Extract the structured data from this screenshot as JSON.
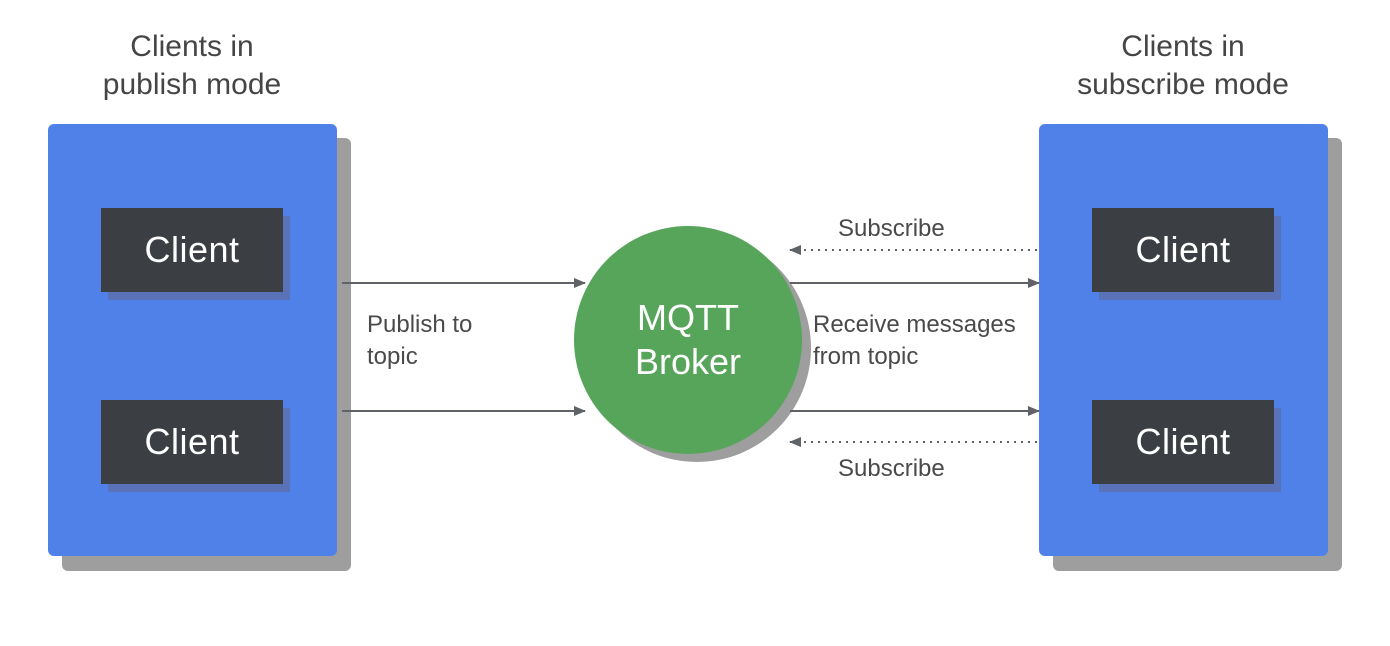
{
  "colors": {
    "panel": "#4f81e8",
    "panel_shadow": "#9e9e9e",
    "client_bg": "#3b3e42",
    "client_text": "#ffffff",
    "broker": "#57a55a",
    "broker_text": "#ffffff",
    "arrow": "#5f6368"
  },
  "publish_group": {
    "title": "Clients in\npublish mode",
    "clients": [
      {
        "label": "Client"
      },
      {
        "label": "Client"
      }
    ]
  },
  "subscribe_group": {
    "title": "Clients in\nsubscribe mode",
    "clients": [
      {
        "label": "Client"
      },
      {
        "label": "Client"
      }
    ]
  },
  "broker": {
    "line1": "MQTT",
    "line2": "Broker"
  },
  "labels": {
    "publish": "Publish to\ntopic",
    "receive": "Receive messages\nfrom topic",
    "subscribe_top": "Subscribe",
    "subscribe_bottom": "Subscribe"
  }
}
